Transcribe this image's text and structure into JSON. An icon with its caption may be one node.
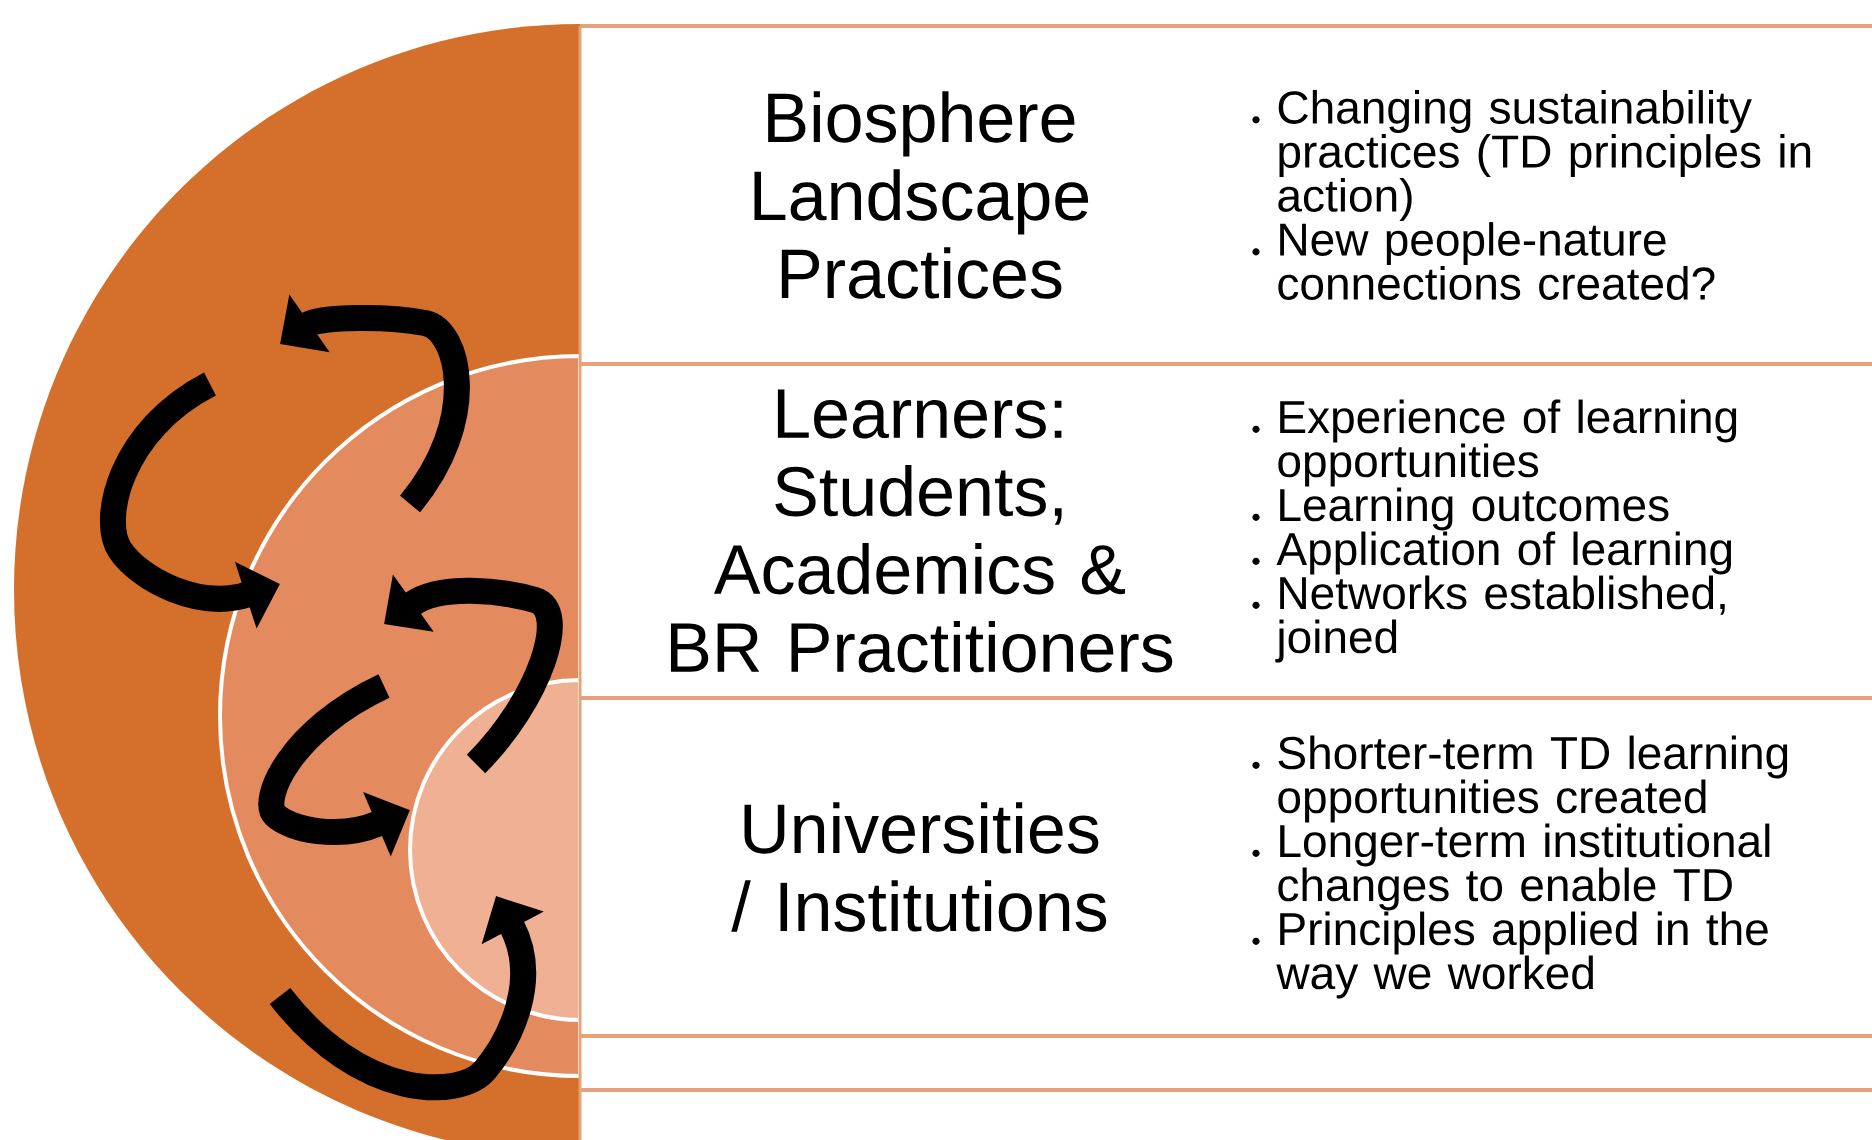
{
  "diagram": {
    "nodes": [
      {
        "text": [],
        "shape": "circle"
      },
      {
        "text": [],
        "shape": "circle",
        "in": 0
      },
      {
        "text": [],
        "shape": "circle",
        "in": 1
      },
      {
        "text": [
          "Biosphere Landscape Practices",
          "Changing sustainability practices (TD principles in action)",
          "New people-nature connections created?"
        ]
      },
      {
        "text": [
          "Learners: Students, Academics & BR Practitioners",
          "Experience of learning opportunities",
          "Learning outcomes",
          "Application of learning",
          "Networks established, joined"
        ]
      },
      {
        "text": [
          "Universities / Institutions",
          "Shorter-term TD learning opportunities created",
          "Longer-term institutional changes to enable TD",
          "Principles applied in the way we worked"
        ]
      }
    ],
    "edges": []
  }
}
